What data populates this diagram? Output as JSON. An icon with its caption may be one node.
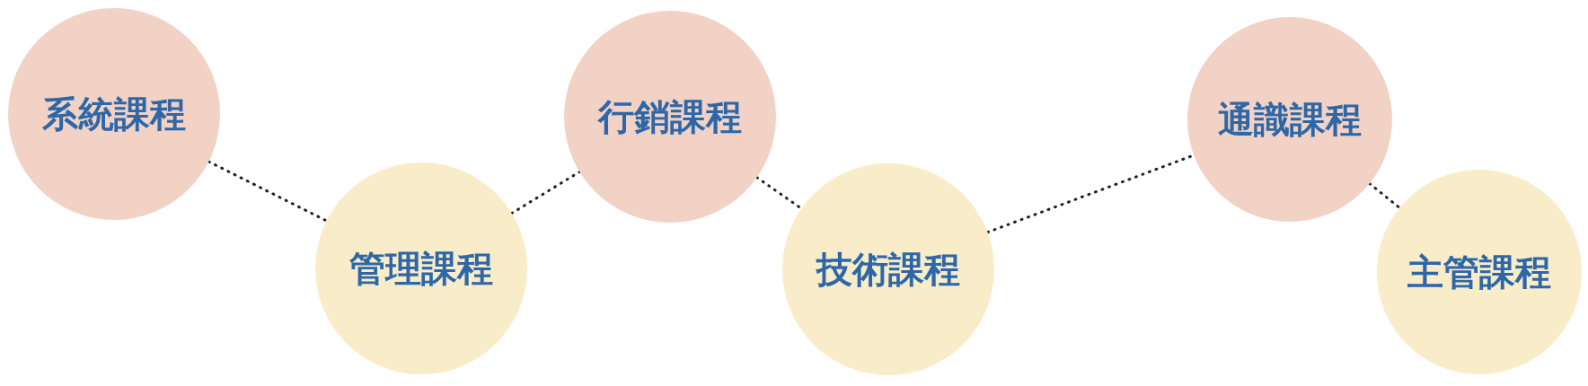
{
  "diagram": {
    "nodes": [
      {
        "text": [
          "系統課程"
        ]
      },
      {
        "text": [
          "管理課程"
        ]
      },
      {
        "text": [
          "行銷課程"
        ]
      },
      {
        "text": [
          "技術課程"
        ]
      },
      {
        "text": [
          "通識課程"
        ]
      },
      {
        "text": [
          "主管課程"
        ]
      }
    ],
    "edges": [
      {
        "from": 0,
        "to": 1,
        "arrow": "none"
      },
      {
        "from": 1,
        "to": 2,
        "arrow": "none"
      },
      {
        "from": 2,
        "to": 3,
        "arrow": "none"
      },
      {
        "from": 3,
        "to": 4,
        "arrow": "none"
      },
      {
        "from": 4,
        "to": 5,
        "arrow": "none"
      }
    ]
  }
}
